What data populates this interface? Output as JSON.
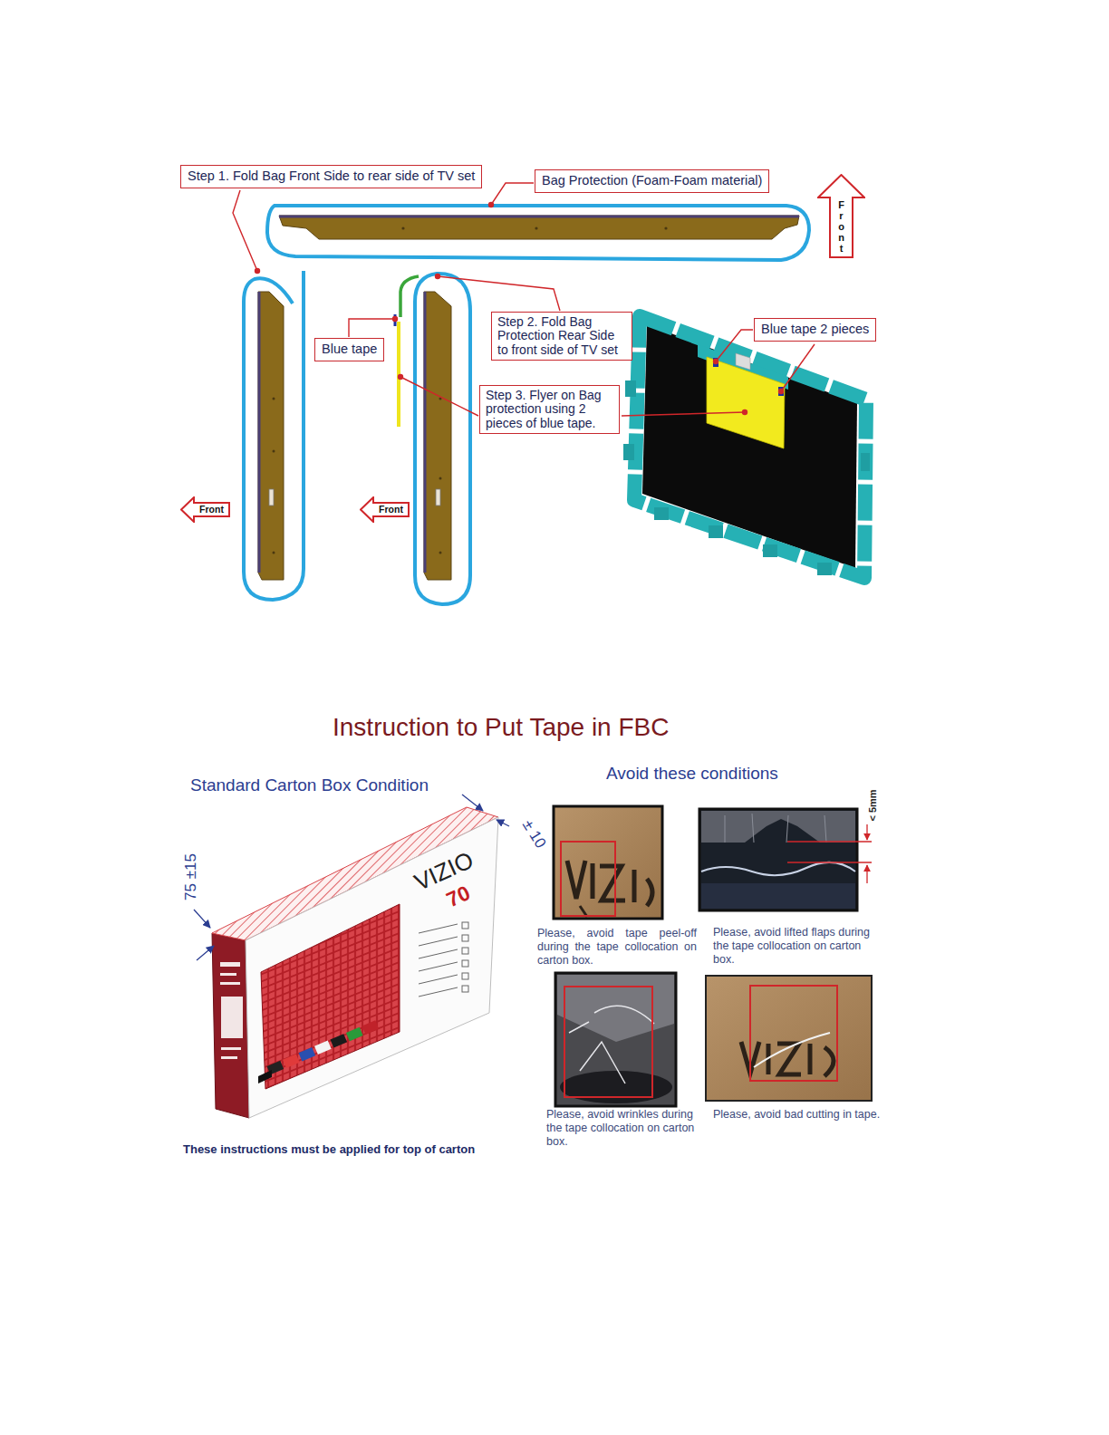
{
  "diagram": {
    "title": "Instruction to Put Tape in FBC",
    "nodes": [
      {
        "text": [
          "Step 1. Fold Bag Front Side to rear side of TV set"
        ]
      },
      {
        "text": [
          "Bag Protection (Foam-Foam material)"
        ]
      },
      {
        "text": [
          "Front"
        ]
      },
      {
        "text": [
          "Step 2. Fold Bag Protection Rear Side to front side of TV set"
        ]
      },
      {
        "text": [
          "Blue tape 2 pieces"
        ]
      },
      {
        "text": [
          "Blue tape"
        ]
      },
      {
        "text": [
          "Step 3. Flyer on Bag protection using 2 pieces of blue tape."
        ]
      },
      {
        "text": [
          "Front"
        ]
      },
      {
        "text": [
          "Front"
        ]
      }
    ],
    "labels": [
      "Standard Carton Box Condition",
      "Avoid these conditions",
      "± 10",
      "< 5mm",
      "75 ±15",
      "VIZIO",
      "70",
      "Please, avoid tape peel-off during the tape collocation on carton box.",
      "Please, avoid lifted flaps during the tape collocation on carton box.",
      "Please, avoid wrinkles during the tape collocation on carton box.",
      "Please, avoid bad cutting in tape.",
      "These instructions must be applied for top of carton"
    ]
  }
}
